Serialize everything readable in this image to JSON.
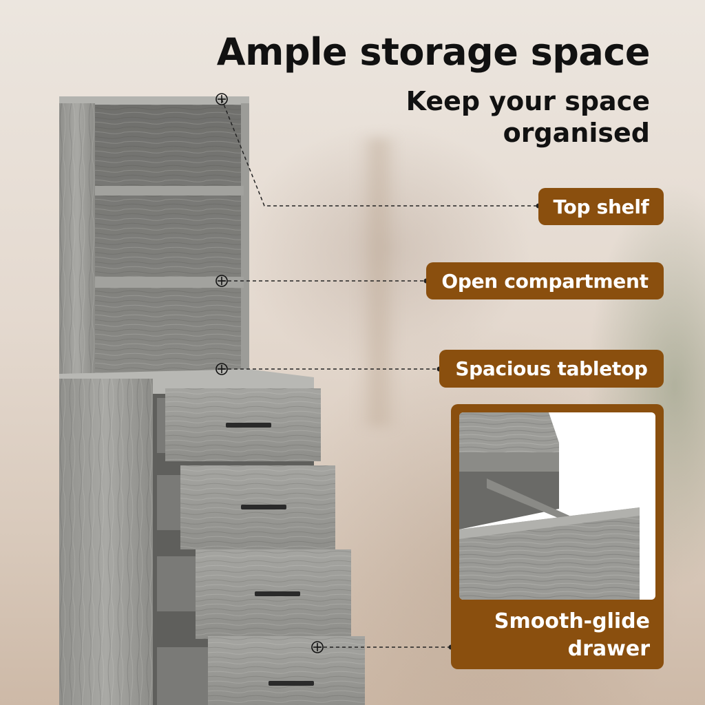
{
  "headline": {
    "title": "Ample storage space",
    "subtitle": "Keep your space organised"
  },
  "callouts": {
    "top_shelf": "Top shelf",
    "open_compartment": "Open compartment",
    "spacious_tabletop": "Spacious tabletop",
    "smooth_glide_drawer_line1": "Smooth-glide",
    "smooth_glide_drawer_line2": "drawer"
  },
  "colors": {
    "accent": "#8a4f0e",
    "text": "#111111",
    "wood": "#9a9a96"
  },
  "icons": [
    "plus-circle-marker"
  ]
}
